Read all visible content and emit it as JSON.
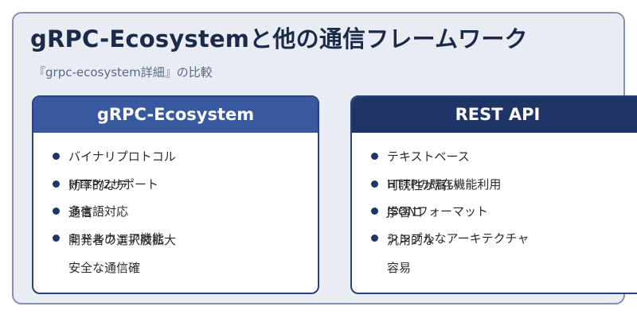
{
  "header": {
    "title": "gRPC-Ecosystemと他の通信フレームワーク",
    "subtitle": "『grpc-ecosystem詳細』の比較"
  },
  "cards": [
    {
      "title": "gRPC-Ecosystem",
      "bullets": [
        "バイナリプロトコル",
        "HTTP/2サポート",
        "多言語対応",
        "ミドルウェア機能"
      ],
      "plain": [
        "効率的なデ",
        "通信",
        "開発者の選択肢拡大",
        "安全な通信確"
      ]
    },
    {
      "title": "REST API",
      "bullets": [
        "テキストベース",
        "HTTPの既存機能利用",
        "JSONフォーマット",
        "シンプルなアーキテクチャ"
      ],
      "plain": [
        "可読性が高い",
        "学習コ",
        "汎用的な",
        "容易"
      ]
    }
  ],
  "colors": {
    "left_header": "#3858a0",
    "right_header": "#1f3567",
    "frame_border": "#8192b3",
    "background": "#e9edf3"
  }
}
